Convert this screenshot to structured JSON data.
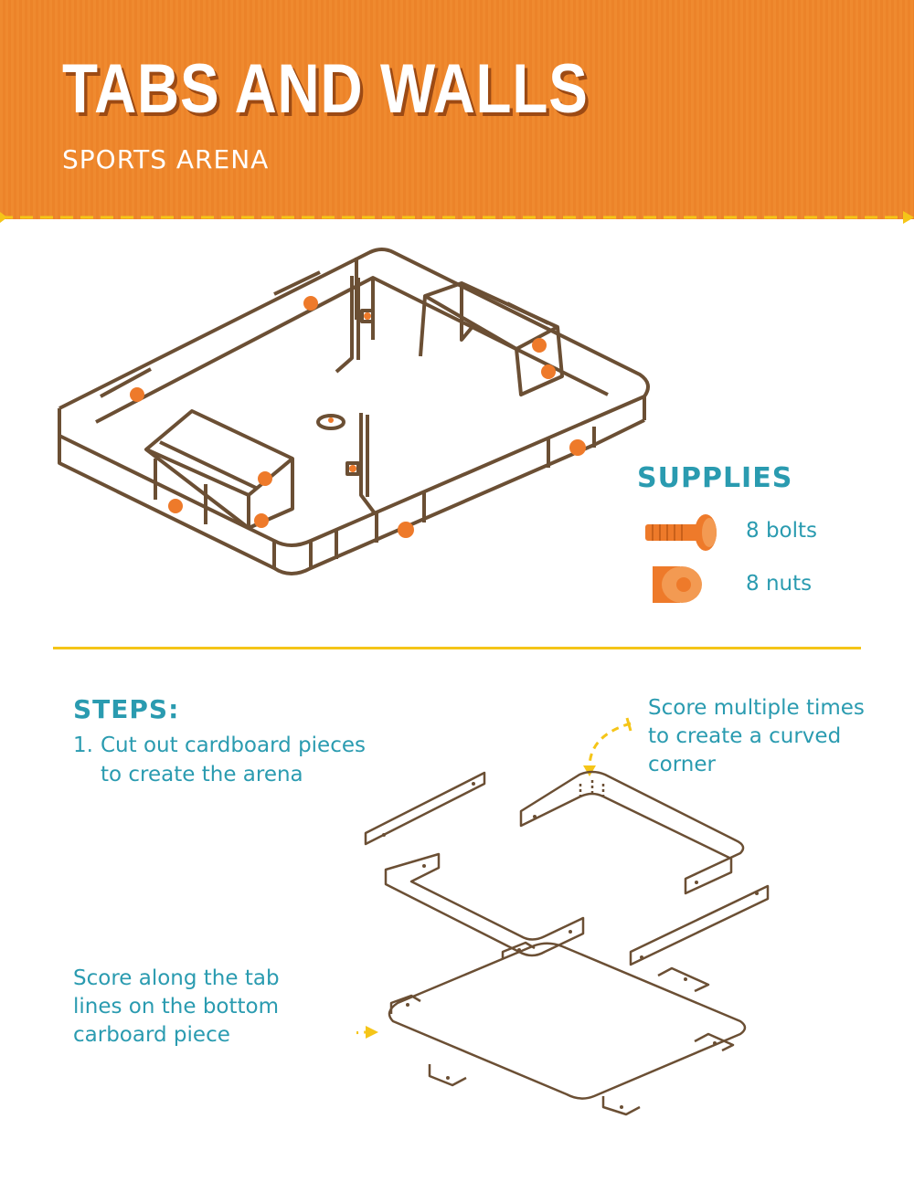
{
  "header": {
    "title": "TABS AND WALLS",
    "subtitle": "SPORTS ARENA",
    "background_color": "#ee862c",
    "rule_color": "#f5c518"
  },
  "illustration": {
    "line_color": "#6b4f34",
    "accent_color": "#ee7a2a"
  },
  "supplies": {
    "title": "SUPPLIES",
    "items": [
      {
        "icon": "bolt-icon",
        "label": "8 bolts"
      },
      {
        "icon": "nut-icon",
        "label": "8 nuts"
      }
    ]
  },
  "steps": {
    "title": "STEPS:",
    "items": [
      {
        "number": "1.",
        "text": "Cut out cardboard pieces to create the arena"
      }
    ]
  },
  "notes": {
    "top": "Score multiple times to create a curved corner",
    "bottom": "Score along the tab lines on the bottom carboard piece"
  },
  "colors": {
    "text_accent": "#2a9bb0",
    "divider": "#f5c518"
  }
}
